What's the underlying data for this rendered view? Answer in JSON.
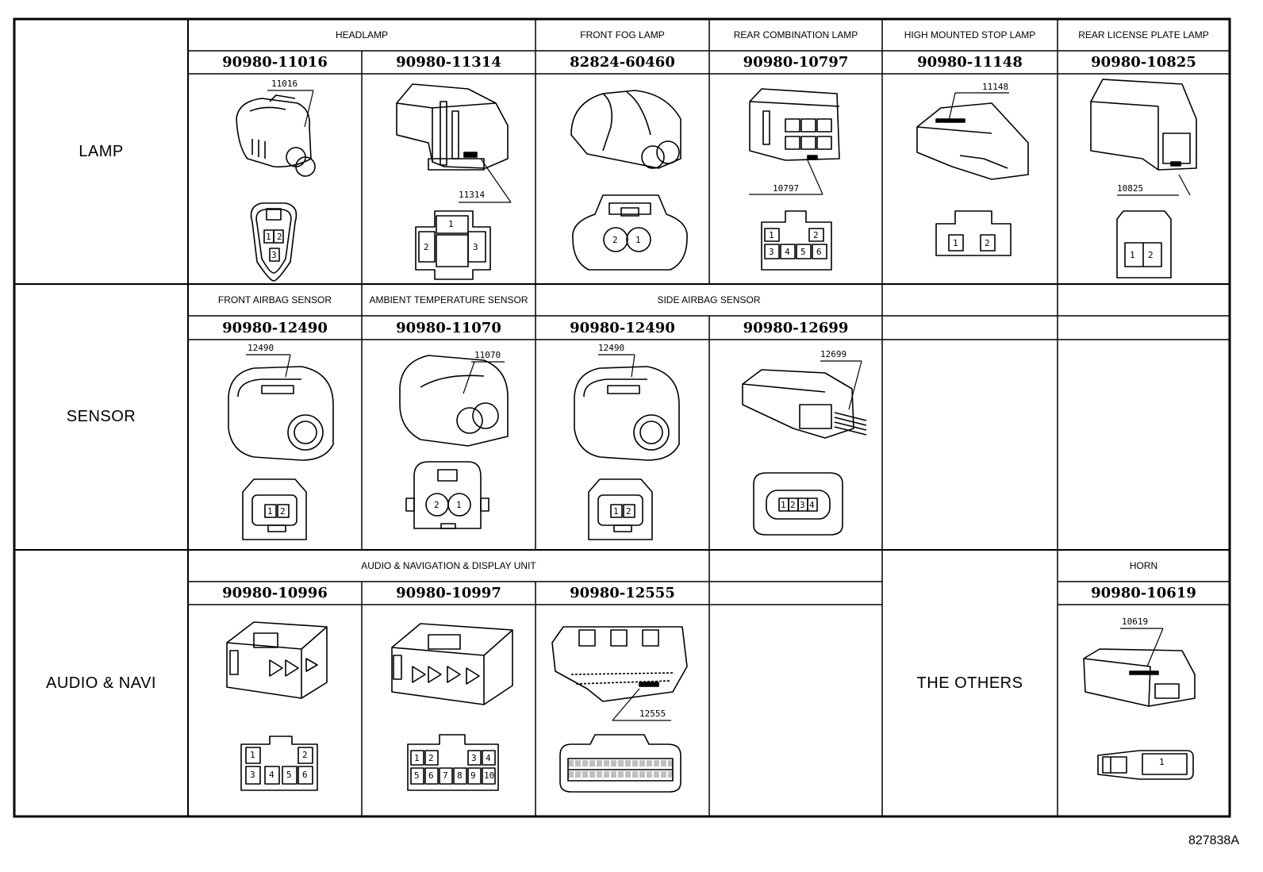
{
  "categories": [
    {
      "name": "LAMP"
    },
    {
      "name": "SENSOR"
    },
    {
      "name": "AUDIO & NAVI"
    }
  ],
  "others_label": "THE OTHERS",
  "lamp_row": {
    "headers": [
      "HEADLAMP",
      "FRONT FOG LAMP",
      "REAR COMBINATION LAMP",
      "HIGH MOUNTED STOP LAMP",
      "REAR LICENSE PLATE LAMP"
    ],
    "parts": [
      {
        "number": "90980-11016",
        "callout": "11016",
        "pins": [
          "1",
          "2",
          "3"
        ]
      },
      {
        "number": "90980-11314",
        "callout": "11314",
        "pins": [
          "1",
          "2",
          "3"
        ]
      },
      {
        "number": "82824-60460",
        "callout": "",
        "pins": [
          "2",
          "1"
        ]
      },
      {
        "number": "90980-10797",
        "callout": "10797",
        "pins": [
          "1",
          "2",
          "3",
          "4",
          "5",
          "6"
        ]
      },
      {
        "number": "90980-11148",
        "callout": "11148",
        "pins": [
          "1",
          "2"
        ]
      },
      {
        "number": "90980-10825",
        "callout": "10825",
        "pins": [
          "1",
          "2"
        ]
      }
    ]
  },
  "sensor_row": {
    "headers": [
      "FRONT AIRBAG SENSOR",
      "AMBIENT TEMPERATURE SENSOR",
      "SIDE AIRBAG SENSOR"
    ],
    "parts": [
      {
        "number": "90980-12490",
        "callout": "12490",
        "pins": [
          "1",
          "2"
        ]
      },
      {
        "number": "90980-11070",
        "callout": "11070",
        "pins": [
          "2",
          "1"
        ]
      },
      {
        "number": "90980-12490",
        "callout": "12490",
        "pins": [
          "1",
          "2"
        ]
      },
      {
        "number": "90980-12699",
        "callout": "12699",
        "pins": [
          "1",
          "2",
          "3",
          "4"
        ]
      }
    ]
  },
  "audio_row": {
    "headers": [
      "AUDIO & NAVIGATION & DISPLAY UNIT",
      "HORN"
    ],
    "parts": [
      {
        "number": "90980-10996",
        "callout": "",
        "pins": [
          "1",
          "2",
          "3",
          "4",
          "5",
          "6"
        ]
      },
      {
        "number": "90980-10997",
        "callout": "",
        "pins": [
          "1",
          "2",
          "3",
          "4",
          "5",
          "6",
          "7",
          "8",
          "9",
          "10"
        ]
      },
      {
        "number": "90980-12555",
        "callout": "12555",
        "pins": []
      },
      {
        "number": "90980-10619",
        "callout": "10619",
        "pins": [
          "1"
        ]
      }
    ]
  },
  "figure_id": "827838A"
}
